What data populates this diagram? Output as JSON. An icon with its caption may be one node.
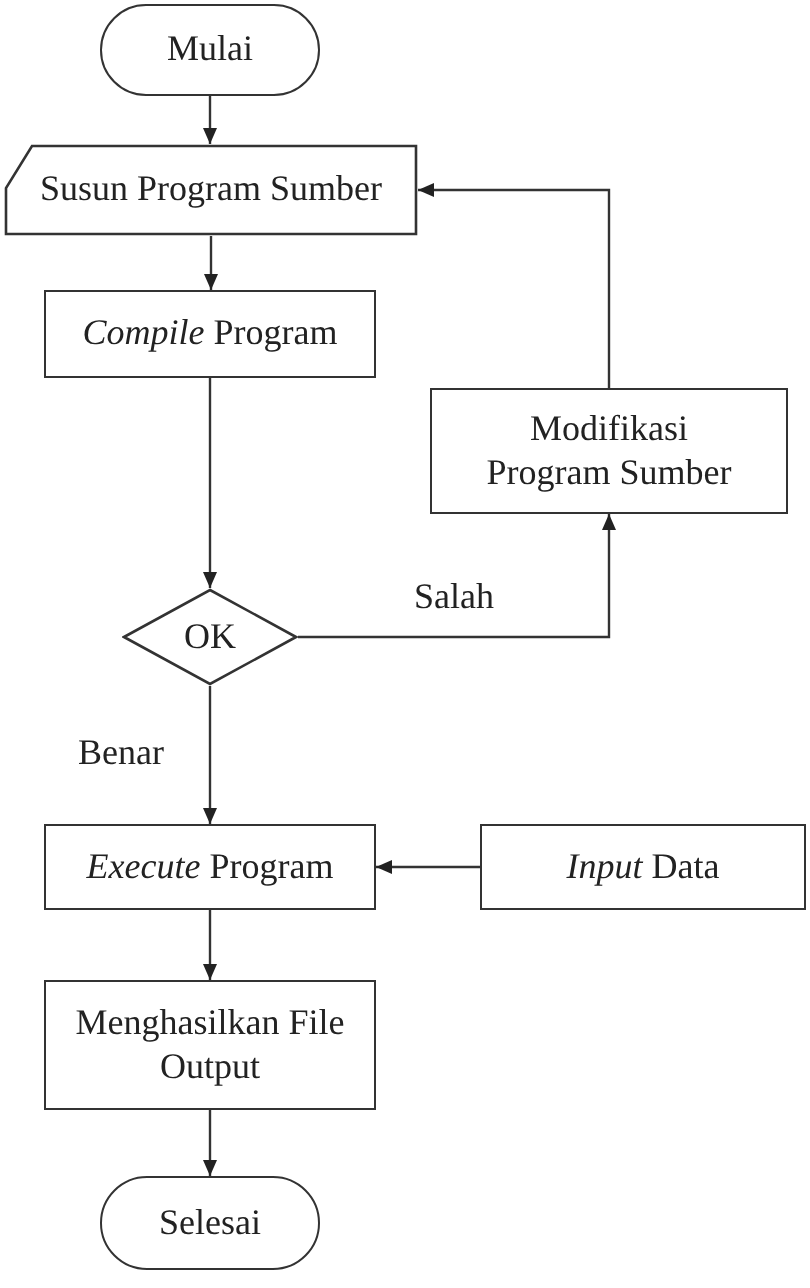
{
  "diagram": {
    "nodes": [
      {
        "text": [
          "Mulai"
        ]
      },
      {
        "text": [
          "Susun Program Sumber"
        ]
      },
      {
        "text": [
          "*Compile* Program"
        ]
      },
      {
        "text": [
          "Modifikasi Program Sumber"
        ]
      },
      {
        "text": [
          "OK"
        ]
      },
      {
        "text": [
          "*Execute* Program"
        ]
      },
      {
        "text": [
          "*Input* Data"
        ]
      },
      {
        "text": [
          "Menghasilkan File Output"
        ]
      },
      {
        "text": [
          "Selesai"
        ]
      }
    ],
    "edges": [
      {
        "from": 0,
        "to": 1,
        "arrow": "to"
      },
      {
        "from": 1,
        "to": 2,
        "arrow": "to"
      },
      {
        "from": 2,
        "to": 4,
        "arrow": "to"
      },
      {
        "from": 4,
        "to": 3,
        "arrow": "to",
        "label": "Salah"
      },
      {
        "from": 3,
        "to": 1,
        "arrow": "to"
      },
      {
        "from": 4,
        "to": 5,
        "arrow": "to",
        "label": "Benar"
      },
      {
        "from": 6,
        "to": 5,
        "arrow": "to"
      },
      {
        "from": 5,
        "to": 7,
        "arrow": "to"
      },
      {
        "from": 7,
        "to": 8,
        "arrow": "to"
      }
    ]
  }
}
